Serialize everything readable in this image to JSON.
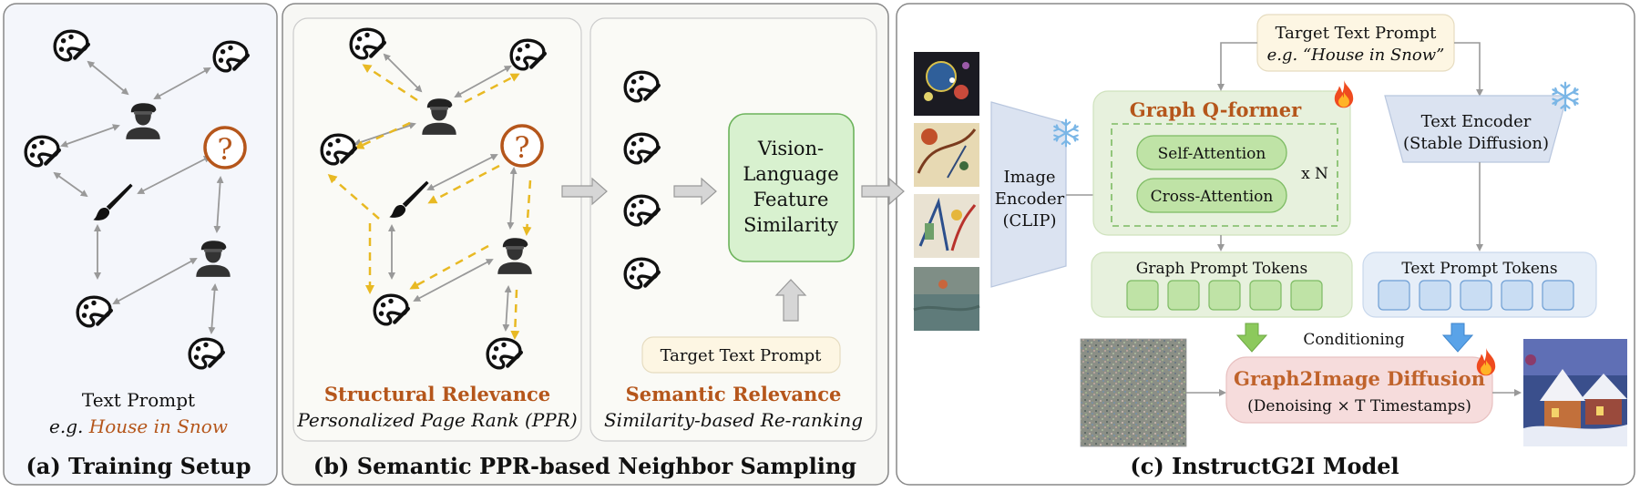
{
  "panel_a": {
    "prompt_line1": "Text Prompt",
    "prompt_prefix": "e.g. ",
    "prompt_example": "House in Snow",
    "caption": "(a) Training Setup",
    "question_mark": "?"
  },
  "panel_b": {
    "question_mark": "?",
    "structural_title": "Structural Relevance",
    "structural_sub": "Personalized Page Rank (PPR)",
    "vlf_line1": "Vision-",
    "vlf_line2": "Language",
    "vlf_line3": "Feature",
    "vlf_line4": "Similarity",
    "target_prompt": "Target Text Prompt",
    "semantic_title": "Semantic Relevance",
    "semantic_sub": "Similarity-based Re-ranking",
    "caption": "(b) Semantic PPR-based Neighbor Sampling"
  },
  "panel_c": {
    "target_prompt_line1": "Target Text Prompt",
    "target_prompt_line2": "e.g. “House in Snow”",
    "image_encoder_line1": "Image",
    "image_encoder_line2": "Encoder",
    "image_encoder_line3": "(CLIP)",
    "qformer_title": "Graph Q-former",
    "self_attention": "Self-Attention",
    "cross_attention": "Cross-Attention",
    "repeat": "x N",
    "text_encoder_line1": "Text Encoder",
    "text_encoder_line2": "(Stable Diffusion)",
    "graph_tokens": "Graph Prompt Tokens",
    "text_tokens": "Text Prompt Tokens",
    "conditioning": "Conditioning",
    "diffusion_title": "Graph2Image Diffusion",
    "diffusion_sub": "(Denoising × T Timestamps)",
    "caption": "(c) InstructG2I Model"
  },
  "colors": {
    "orange_text": "#b5561b",
    "arrow_gray": "#999999",
    "dashed_yellow": "#e8b923",
    "green_fill": "#cfe8b9",
    "blue_fill": "#c9ddf3"
  },
  "icons": [
    "palette-icon",
    "artist-icon",
    "brush-icon",
    "question-icon",
    "snowflake-icon",
    "fire-icon",
    "painting-thumbnail"
  ]
}
